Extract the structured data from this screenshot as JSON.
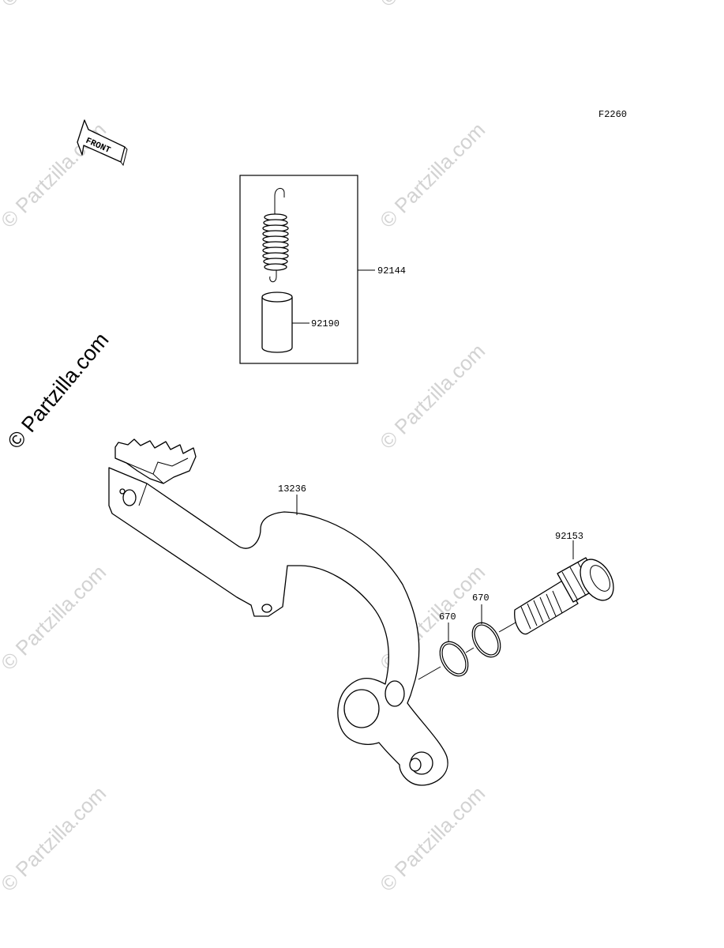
{
  "diagram_code": "F2260",
  "front_label": "FRONT",
  "watermark_text": "© Partzilla.com",
  "watermark_main_text": "© Partzilla.com",
  "parts": [
    {
      "number": "92144"
    },
    {
      "number": "92190"
    },
    {
      "number": "13236"
    },
    {
      "number": "92153"
    },
    {
      "number": "670"
    },
    {
      "number": "670"
    }
  ],
  "colors": {
    "line": "#000000",
    "watermark": "#d2d2d2",
    "background": "#ffffff"
  }
}
